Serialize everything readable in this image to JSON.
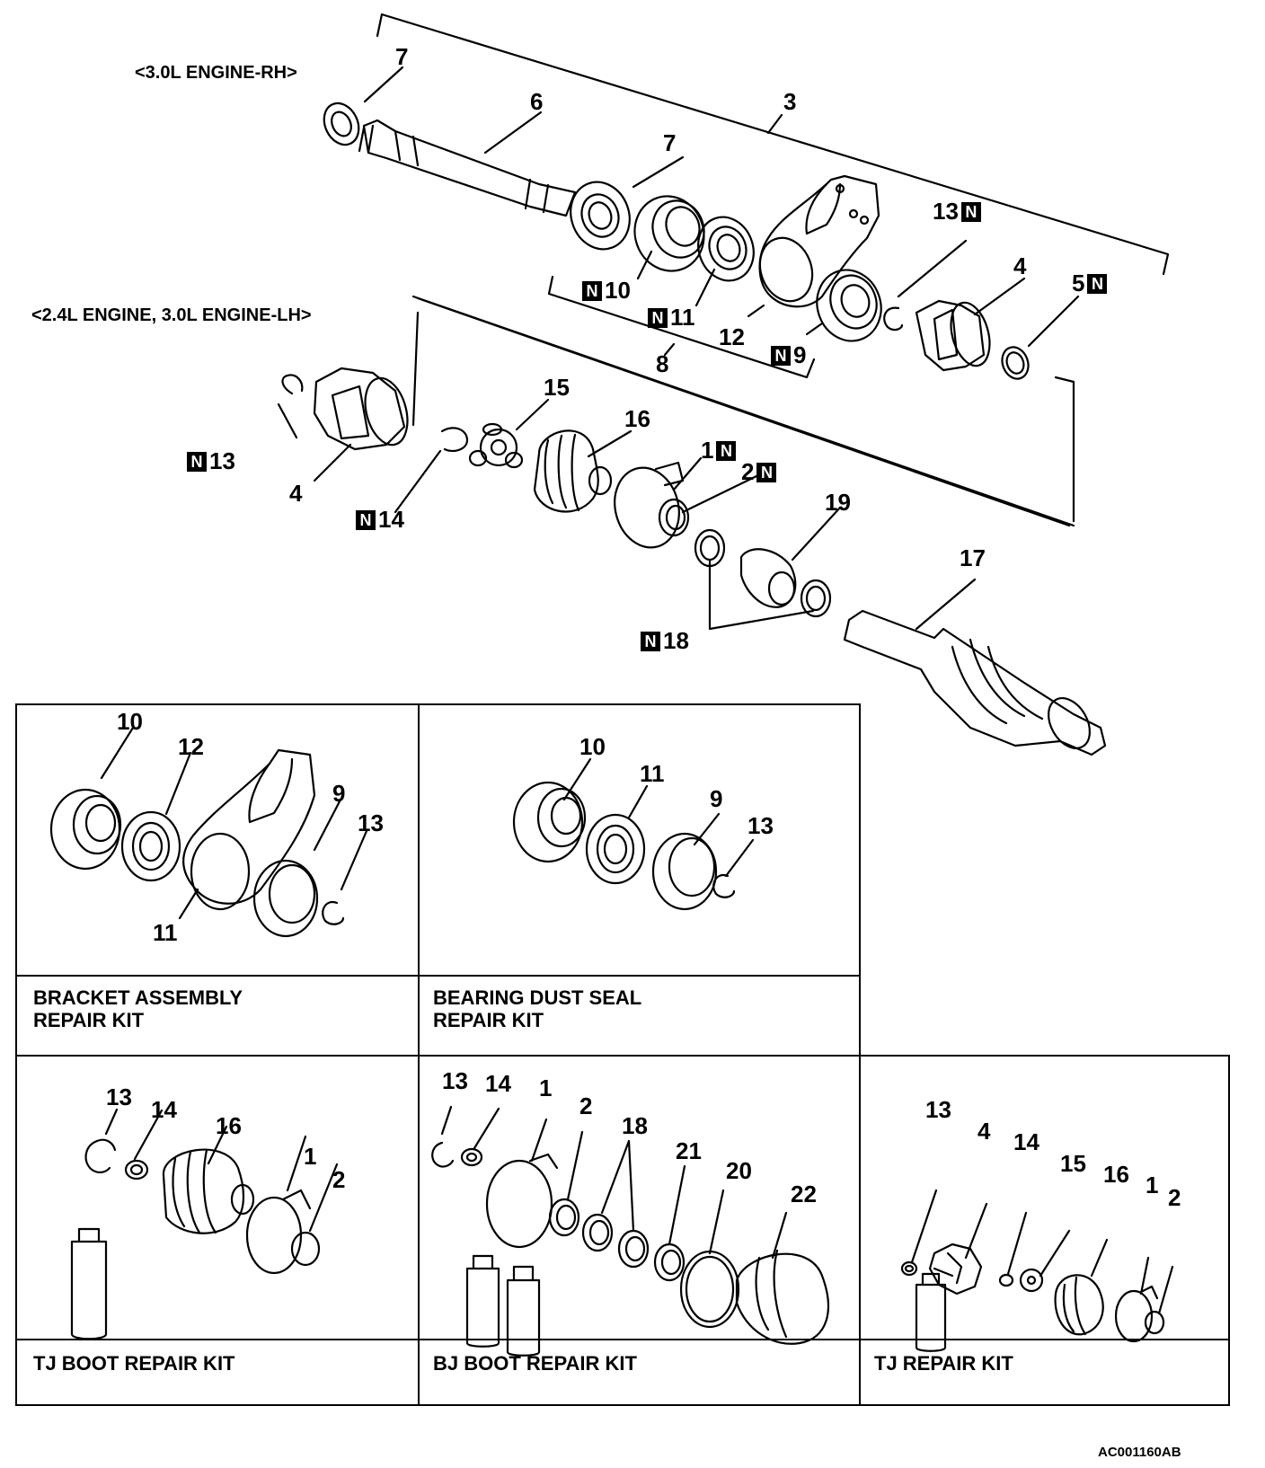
{
  "headings": {
    "rh": "<3.0L ENGINE-RH>",
    "lh": "<2.4L ENGINE, 3.0L ENGINE-LH>"
  },
  "new_part_mark": "N",
  "callouts": {
    "c3": "3",
    "c4a": "4",
    "c5": "5",
    "c6": "6",
    "c7a": "7",
    "c7b": "7",
    "c8": "8",
    "c9": "9",
    "c10": "10",
    "c11": "11",
    "c12": "12",
    "c13a": "13",
    "c13b": "13",
    "c4b": "4",
    "c14": "14",
    "c15": "15",
    "c16": "16",
    "c1": "1",
    "c2": "2",
    "c19": "19",
    "c17": "17",
    "c18": "18"
  },
  "kits": [
    {
      "name": "BRACKET ASSEMBLY\nREPAIR KIT",
      "line1": "BRACKET ASSEMBLY",
      "line2": "REPAIR KIT",
      "parts": [
        "10",
        "12",
        "9",
        "13",
        "11"
      ]
    },
    {
      "name": "BEARING DUST SEAL\nREPAIR KIT",
      "line1": "BEARING DUST SEAL",
      "line2": "REPAIR KIT",
      "parts": [
        "10",
        "11",
        "9",
        "13"
      ]
    },
    {
      "name": "TJ BOOT REPAIR KIT",
      "line1": "TJ BOOT REPAIR KIT",
      "parts": [
        "13",
        "14",
        "16",
        "1",
        "2"
      ]
    },
    {
      "name": "BJ BOOT REPAIR KIT",
      "line1": "BJ BOOT REPAIR KIT",
      "parts": [
        "13",
        "14",
        "1",
        "2",
        "18",
        "21",
        "20",
        "22"
      ]
    },
    {
      "name": "TJ REPAIR KIT",
      "line1": "TJ REPAIR KIT",
      "parts": [
        "13",
        "4",
        "14",
        "15",
        "16",
        "1",
        "2"
      ]
    }
  ],
  "figure_code": "AC001160AB"
}
